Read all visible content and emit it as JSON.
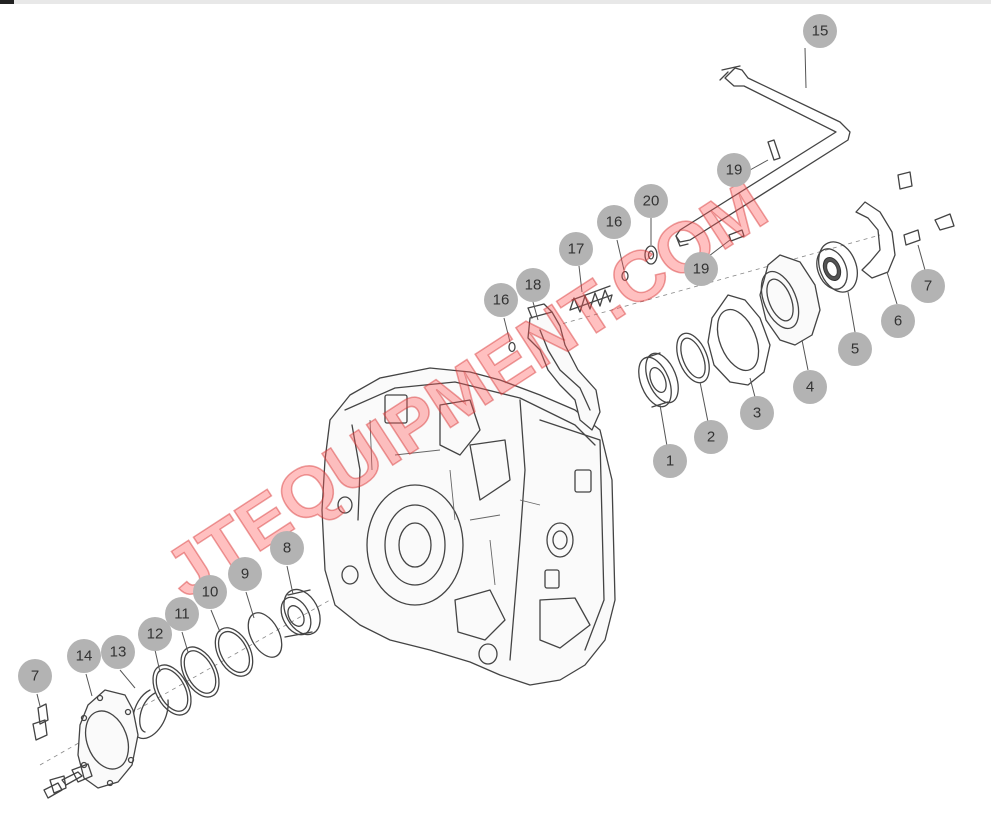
{
  "watermark": {
    "text": "JTEQUIPMENT.COM",
    "color": "#ff4a4a"
  },
  "callouts": [
    {
      "id": "1",
      "label": "1"
    },
    {
      "id": "2",
      "label": "2"
    },
    {
      "id": "3",
      "label": "3"
    },
    {
      "id": "4",
      "label": "4"
    },
    {
      "id": "5",
      "label": "5"
    },
    {
      "id": "6",
      "label": "6"
    },
    {
      "id": "7a",
      "label": "7"
    },
    {
      "id": "7b",
      "label": "7"
    },
    {
      "id": "8",
      "label": "8"
    },
    {
      "id": "9",
      "label": "9"
    },
    {
      "id": "10",
      "label": "10"
    },
    {
      "id": "11",
      "label": "11"
    },
    {
      "id": "12",
      "label": "12"
    },
    {
      "id": "13",
      "label": "13"
    },
    {
      "id": "14",
      "label": "14"
    },
    {
      "id": "15",
      "label": "15"
    },
    {
      "id": "16a",
      "label": "16"
    },
    {
      "id": "16b",
      "label": "16"
    },
    {
      "id": "17",
      "label": "17"
    },
    {
      "id": "18",
      "label": "18"
    },
    {
      "id": "19a",
      "label": "19"
    },
    {
      "id": "19b",
      "label": "19"
    },
    {
      "id": "20",
      "label": "20"
    }
  ],
  "colors": {
    "badge": "#b3b3b3",
    "line": "#444444"
  }
}
